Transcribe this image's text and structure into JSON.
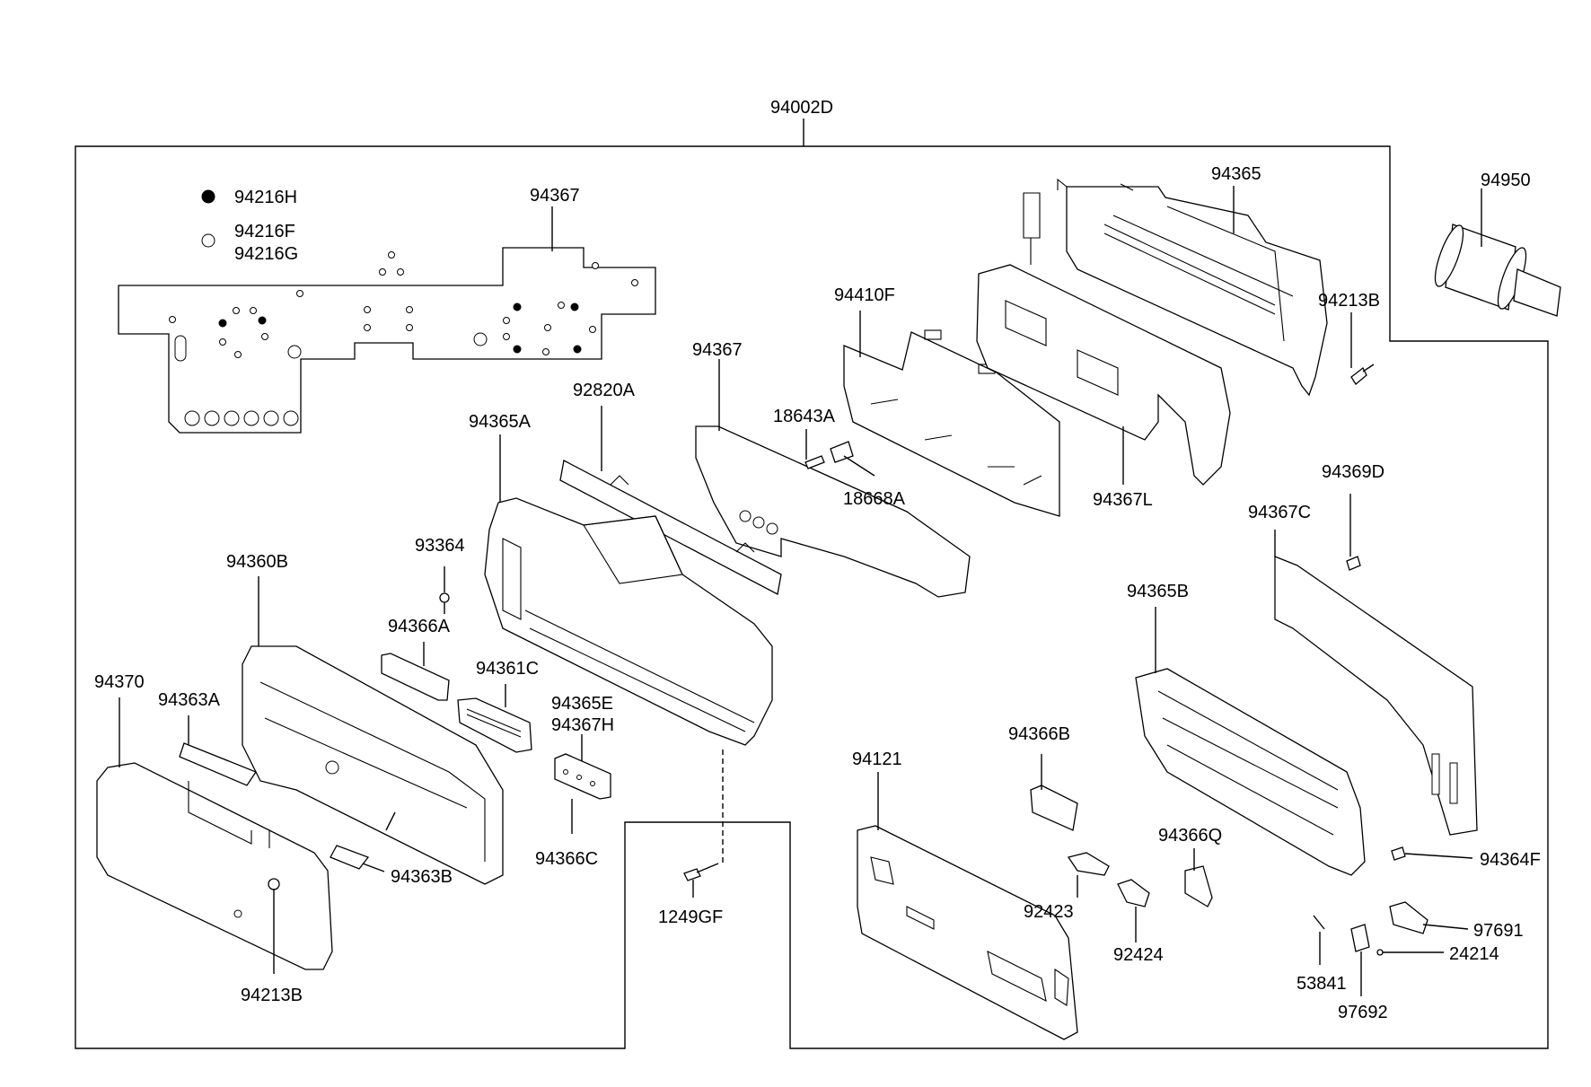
{
  "diagram": {
    "assembly_label": "94002D",
    "legend": [
      {
        "symbol": "filled-dot",
        "text": "94216H"
      },
      {
        "symbol": "open-dot",
        "text": "94216F"
      },
      {
        "symbol": "open-dot",
        "text": "94216G"
      }
    ],
    "parts": [
      "94367",
      "94365",
      "94950",
      "94213B",
      "94410F",
      "94367",
      "18643A",
      "18668A",
      "92820A",
      "94365A",
      "94367L",
      "94369D",
      "94367C",
      "93364",
      "94360B",
      "94366A",
      "94365B",
      "94361C",
      "94370",
      "94363A",
      "94365E",
      "94367H",
      "94366B",
      "94121",
      "94366Q",
      "94364F",
      "94363B",
      "94366C",
      "92423",
      "1249GF",
      "92424",
      "97691",
      "24214",
      "94213B",
      "53841",
      "97692"
    ]
  }
}
